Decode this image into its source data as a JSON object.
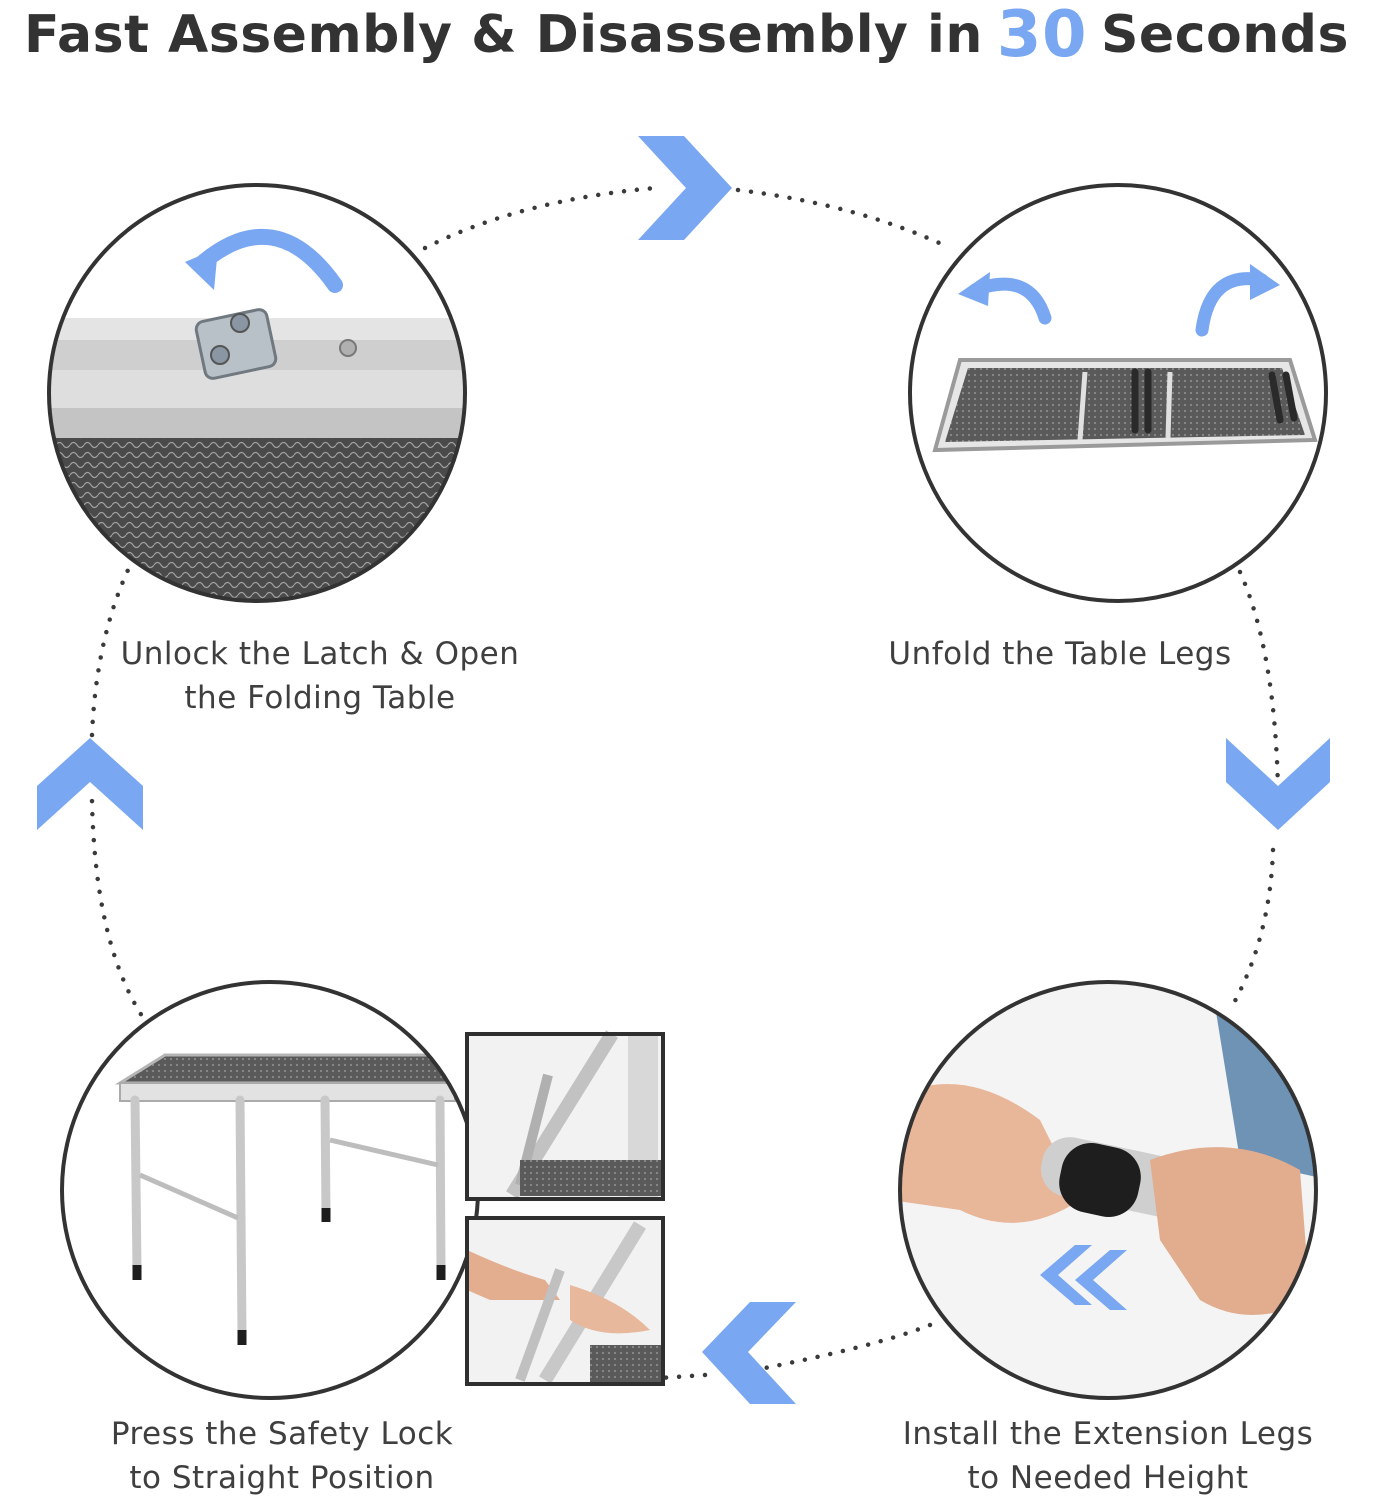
{
  "title": {
    "prefix": "Fast Assembly & Disassembly in",
    "highlight": "30",
    "suffix": "Seconds"
  },
  "steps": [
    {
      "line1": "Unlock the Latch & Open",
      "line2": "the Folding Table"
    },
    {
      "line1": "Unfold the Table Legs",
      "line2": ""
    },
    {
      "line1": "Install the Extension Legs",
      "line2": "to Needed Height"
    },
    {
      "line1": "Press the Safety Lock",
      "line2": "to Straight Position"
    }
  ],
  "colors": {
    "accent": "#7aa7f2",
    "text": "#3f3f3f",
    "title": "#333333",
    "ring": "#3a3a3a"
  }
}
